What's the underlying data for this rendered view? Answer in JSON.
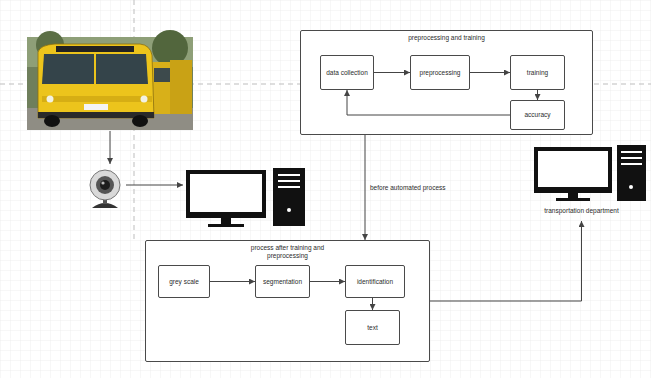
{
  "diagram": {
    "nodes": [
      {
        "text": [
          "preprocessing and training"
        ]
      },
      {
        "text": [
          "data collection"
        ],
        "in": 0
      },
      {
        "text": [
          "preprocessing"
        ],
        "in": 0
      },
      {
        "text": [
          "training"
        ],
        "in": 0
      },
      {
        "text": [
          "accuracy"
        ],
        "in": 0
      },
      {
        "text": [
          "process after training and preprocessing"
        ]
      },
      {
        "text": [
          "grey scale"
        ],
        "in": 5
      },
      {
        "text": [
          "segmentation"
        ],
        "in": 5
      },
      {
        "text": [
          "identification"
        ],
        "in": 5
      },
      {
        "text": [
          "text"
        ],
        "in": 5
      },
      {
        "text": [
          "transportation department"
        ]
      }
    ],
    "edges": [
      {
        "from": 1,
        "to": 2,
        "arrow": "to"
      },
      {
        "from": 2,
        "to": 3,
        "arrow": "to"
      },
      {
        "from": 3,
        "to": 4,
        "arrow": "to"
      },
      {
        "from": 4,
        "to": 1,
        "arrow": "to"
      },
      {
        "from": 0,
        "to": 5,
        "label": "before automated process",
        "arrow": "to"
      },
      {
        "from": 6,
        "to": 7,
        "arrow": "to"
      },
      {
        "from": 7,
        "to": 8,
        "arrow": "to"
      },
      {
        "from": 8,
        "to": 9,
        "arrow": "to"
      },
      {
        "from": 5,
        "to": 10,
        "arrow": "to"
      }
    ]
  }
}
